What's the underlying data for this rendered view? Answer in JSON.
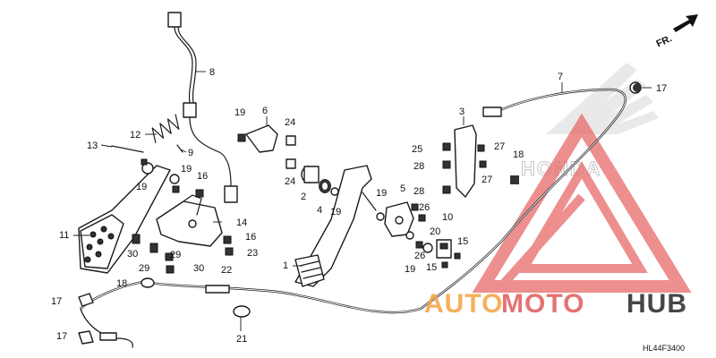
{
  "diagram": {
    "reference_code": "HL44F3400",
    "direction_label": "FR.",
    "brand_watermark": "HONDA",
    "watermark": {
      "part1": "AUTO",
      "part2": "MOTO",
      "part3": "HUB"
    },
    "colors": {
      "watermark_orange": "#f4a340",
      "watermark_red": "#e05a5a",
      "watermark_dark": "#333333",
      "line": "#1a1a1a"
    },
    "callouts": [
      "1",
      "2",
      "3",
      "4",
      "5",
      "6",
      "7",
      "8",
      "9",
      "10",
      "11",
      "12",
      "13",
      "14",
      "15",
      "15",
      "16",
      "16",
      "17",
      "17",
      "17",
      "18",
      "18",
      "19",
      "19",
      "19",
      "19",
      "19",
      "19",
      "20",
      "21",
      "22",
      "23",
      "24",
      "24",
      "25",
      "26",
      "26",
      "27",
      "27",
      "28",
      "28",
      "29",
      "29",
      "30",
      "30"
    ]
  }
}
